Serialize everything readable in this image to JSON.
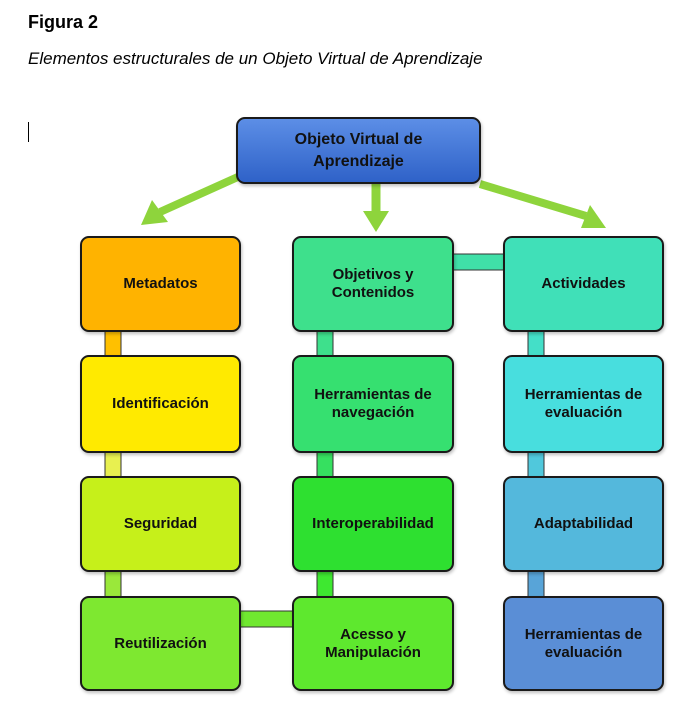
{
  "figure": {
    "label": "Figura 2",
    "title": "Elementos estructurales de un Objeto Virtual de Aprendizaje"
  },
  "root": {
    "label": "Objeto Virtual de\nAprendizaje",
    "color": "#3b6fd6"
  },
  "columns": [
    {
      "items": [
        {
          "label": "Metadatos",
          "color": "#ffb300"
        },
        {
          "label": "Identificación",
          "color": "#ffea00"
        },
        {
          "label": "Seguridad",
          "color": "#c6f01a"
        },
        {
          "label": "Reutilización",
          "color": "#7ee830"
        }
      ]
    },
    {
      "items": [
        {
          "label": "Objetivos y\nContenidos",
          "color": "#3ee08c"
        },
        {
          "label": "Herramientas de\nnavegación",
          "color": "#36e070"
        },
        {
          "label": "Interoperabilidad",
          "color": "#2ee030"
        },
        {
          "label": "Acesso y\nManipulación",
          "color": "#5ee82e"
        }
      ]
    },
    {
      "items": [
        {
          "label": "Actividades",
          "color": "#40e0b8"
        },
        {
          "label": "Herramientas de\nevaluación",
          "color": "#48dede"
        },
        {
          "label": "Adaptabilidad",
          "color": "#54b8dc"
        },
        {
          "label": "Herramientas de\nevaluación",
          "color": "#5a8ed6"
        }
      ]
    }
  ],
  "colors": {
    "arrow": "#8ed43c"
  }
}
